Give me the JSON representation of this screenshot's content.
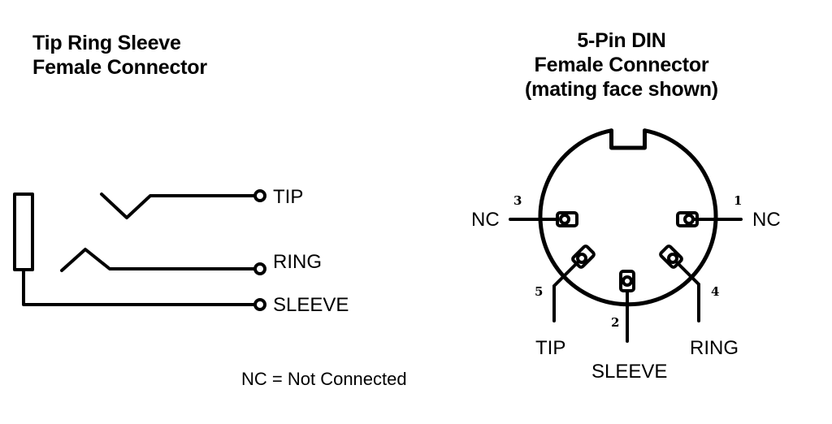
{
  "trs": {
    "title_line1": "Tip Ring Sleeve",
    "title_line2": "Female Connector",
    "tip_label": "TIP",
    "ring_label": "RING",
    "sleeve_label": "SLEEVE"
  },
  "din": {
    "title_line1": "5-Pin DIN",
    "title_line2": "Female Connector",
    "title_line3": "(mating face shown)",
    "pins": {
      "pin1": "1",
      "pin2": "2",
      "pin3": "3",
      "pin4": "4",
      "pin5": "5"
    },
    "labels": {
      "pin3_label": "NC",
      "pin1_label": "NC",
      "pin5_label": "TIP",
      "pin2_label": "SLEEVE",
      "pin4_label": "RING"
    }
  },
  "footnote": "NC = Not Connected"
}
